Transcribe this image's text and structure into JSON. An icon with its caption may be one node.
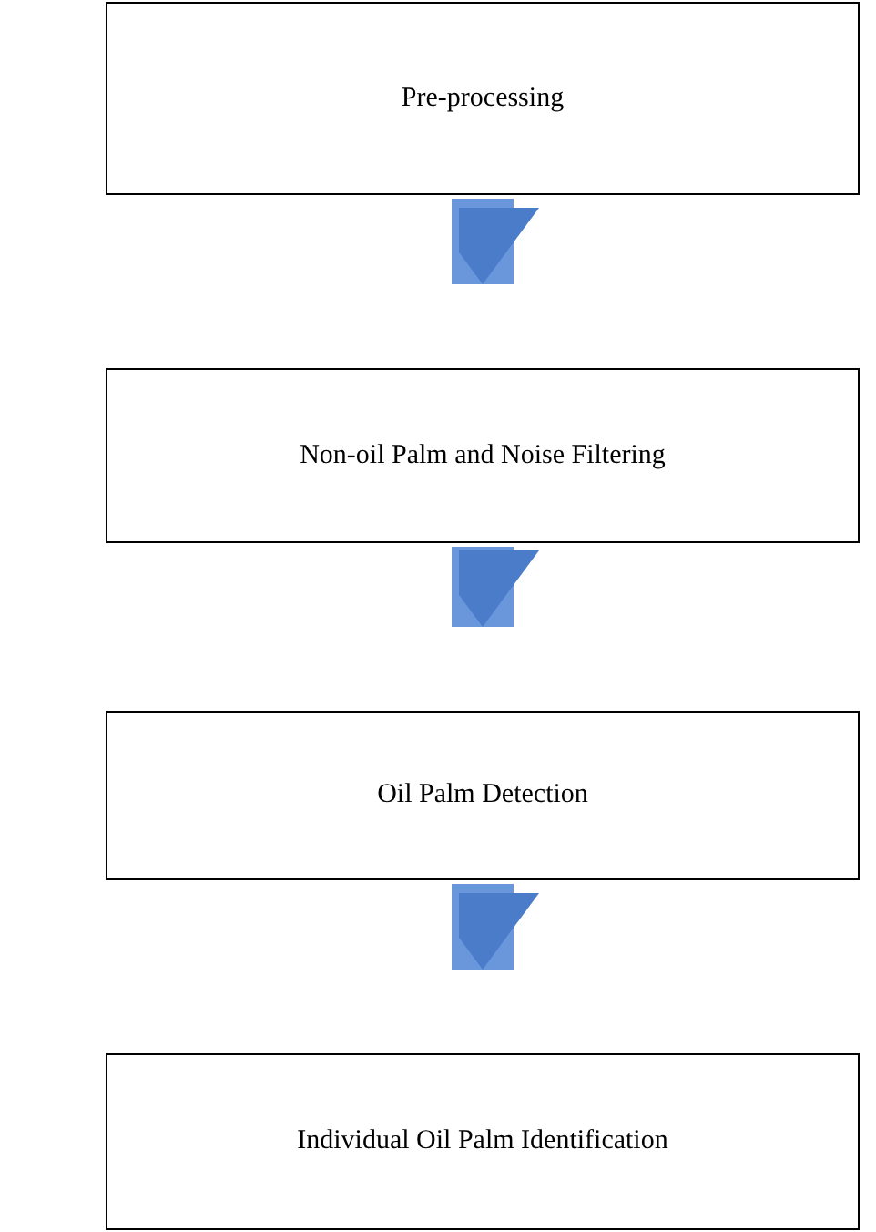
{
  "diagram": {
    "nodes": [
      {
        "text": [
          "Pre-processing"
        ]
      },
      {
        "text": [
          "Non-oil Palm and Noise Filtering"
        ]
      },
      {
        "text": [
          "Oil Palm Detection"
        ]
      },
      {
        "text": [
          "Individual Oil Palm Identification"
        ]
      }
    ],
    "edges": [
      {
        "from": 0,
        "to": 1,
        "arrow": "to"
      },
      {
        "from": 1,
        "to": 2,
        "arrow": "to"
      },
      {
        "from": 2,
        "to": 3,
        "arrow": "to"
      }
    ]
  }
}
